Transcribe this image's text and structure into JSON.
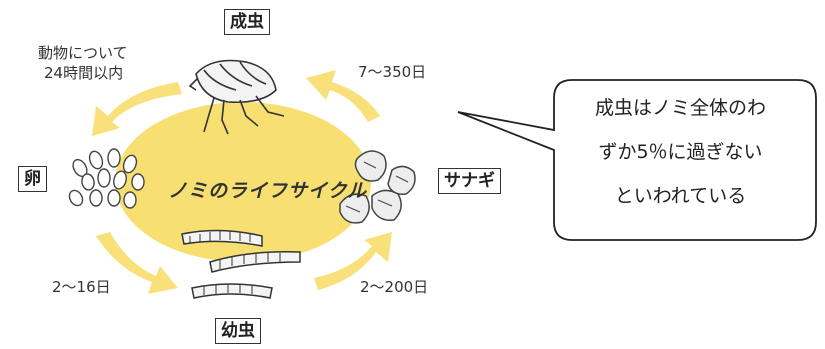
{
  "diagram": {
    "center_label": "ノミのライフサイクル",
    "stages": {
      "adult": "成虫",
      "egg": "卵",
      "pupa": "サナギ",
      "larva": "幼虫"
    },
    "transitions": {
      "adult_to_egg_line1": "動物について",
      "adult_to_egg_line2": "24時間以内",
      "egg_to_larva": "2～16日",
      "larva_to_pupa": "2～200日",
      "pupa_to_adult": "7～350日"
    },
    "callout": {
      "line1": "成虫はノミ全体のわ",
      "line2": "ずか5％に過ぎない",
      "line3": "といわれている"
    },
    "colors": {
      "ellipse": "#f7e071",
      "arrow": "#f9e07a",
      "outline": "#333333"
    }
  }
}
